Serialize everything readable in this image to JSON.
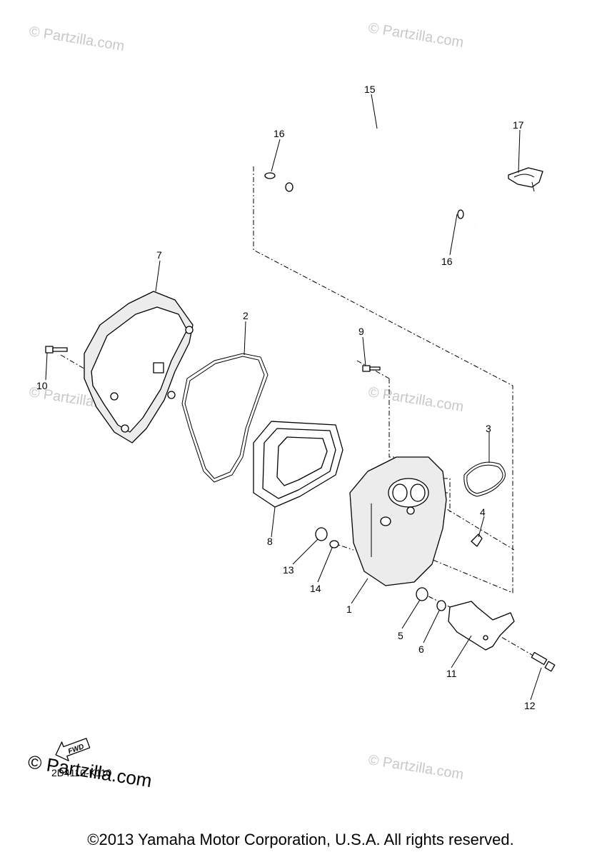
{
  "watermarks": [
    "© Partzilla.com",
    "© Partzilla.com",
    "© Partzilla.com",
    "© Partzilla.com",
    "© Partzilla.com",
    "© Partzilla.com"
  ],
  "callouts": [
    "1",
    "2",
    "3",
    "4",
    "5",
    "6",
    "7",
    "8",
    "9",
    "10",
    "11",
    "12",
    "13",
    "14",
    "15",
    "16",
    "16",
    "17"
  ],
  "fwd_label": "FWD",
  "diagram_code": "2D4110-K110",
  "bottom_watermark": "© Partzilla.com",
  "copyright": "©2013 Yamaha Motor Corporation, U.S.A. All rights reserved.",
  "colors": {
    "line": "#000000",
    "watermark": "#c8c8c8",
    "background": "#ffffff"
  }
}
